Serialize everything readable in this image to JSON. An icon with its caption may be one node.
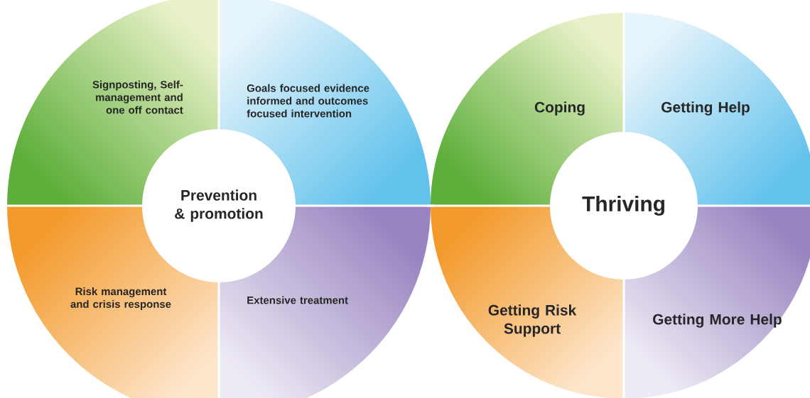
{
  "diagram": {
    "nodes": [
      {
        "text": [
          "Signposting, Self-management and one off contact"
        ]
      },
      {
        "text": [
          "Goals focused evidence informed and outcomes focused intervention"
        ]
      },
      {
        "text": [
          "Prevention & promotion"
        ]
      },
      {
        "text": [
          "Risk management and crisis response"
        ]
      },
      {
        "text": [
          "Extensive treatment"
        ]
      },
      {
        "text": [
          "Coping"
        ]
      },
      {
        "text": [
          "Getting Help"
        ]
      },
      {
        "text": [
          "Thriving"
        ]
      },
      {
        "text": [
          "Getting Risk Support"
        ]
      },
      {
        "text": [
          "Getting More Help"
        ]
      }
    ]
  }
}
